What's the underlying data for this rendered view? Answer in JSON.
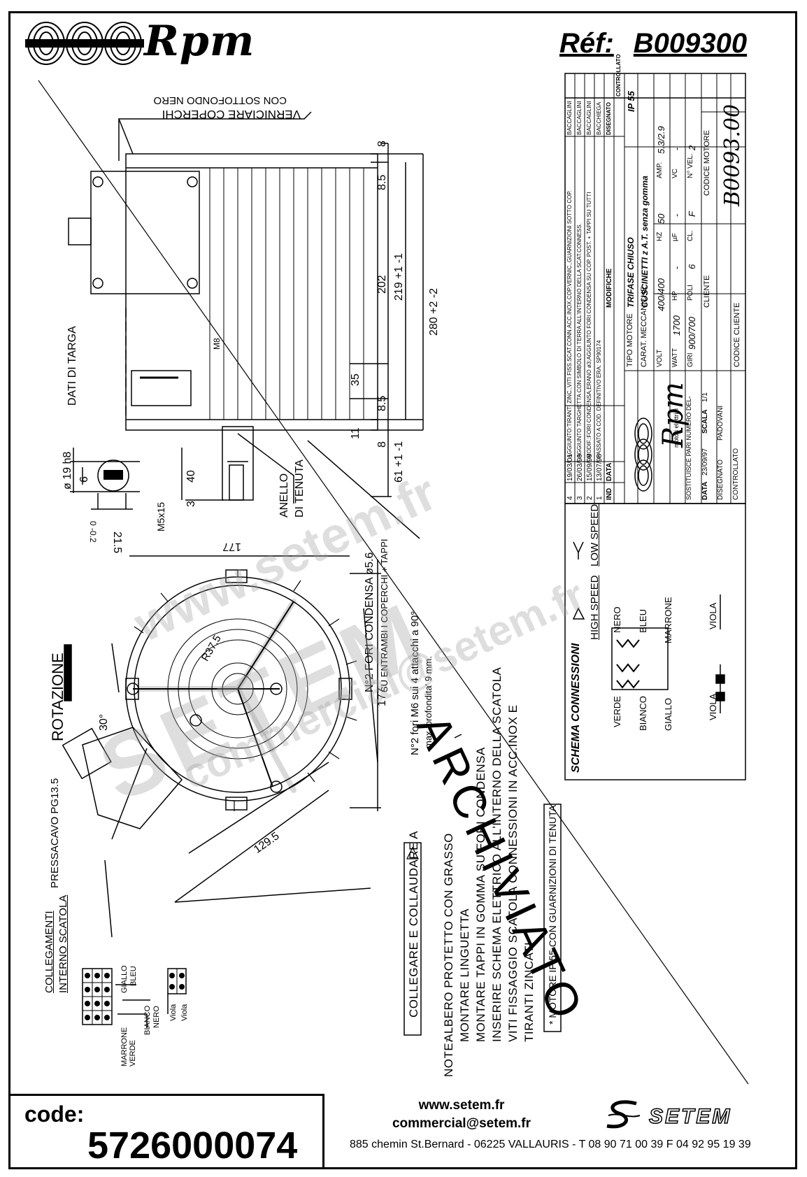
{
  "header": {
    "brand": "Rpm",
    "ref_label": "Réf:",
    "ref_value": "B009300"
  },
  "drawing_labels": {
    "verniciare": "VERNICIARE COPERCHI",
    "sottofondo": "CON SOTTOFONDO NERO",
    "dati_targa": "DATI DI TARGA",
    "anello_1": "ANELLO",
    "anello_2": "DI TENUTA",
    "rotazione": "ROTAZIONE",
    "pressacavo": "PRESSACAVO PG13.5",
    "fori_condensa": "N°2 FORI CONDENSA ø5.6",
    "entrambi": "SU ENTRAMBI I COPERCHI + TAPPI",
    "fori_m6": "N°2 fori M6 sui 4 attacchi a 90°",
    "profondita": "max. profondita' 9 mm.",
    "m8": "M8",
    "m5x15": "M5x15",
    "archiviato": "ARCHIVIATO"
  },
  "dimensions": {
    "d8_top": "8",
    "d8_5_top": "8.5",
    "d202": "202",
    "d219": "219 +1 -1",
    "d280": "280 +2 -2",
    "d35": "35",
    "d8_5_bottom": "8.5",
    "d11": "11",
    "d8_bottom": "8",
    "d61": "61 +1 -1",
    "d19": "ø 19 h8",
    "d6": "6",
    "d40": "40",
    "d3": "3",
    "d21_5": "21.5",
    "d21_tol": "0 -0.2",
    "d177_top": "177",
    "d177_side": "177",
    "r37_5": "R37.5",
    "d30": "30°",
    "d129_5": "129.5"
  },
  "notes": {
    "collegare": "COLLEGARE E COLLAUDARE A",
    "note_title": "NOTE:",
    "note_lines": [
      "ALBERO PROTETTO CON GRASSO",
      "MONTARE LINGUETTA",
      "MONTARE TAPPI IN GOMMA SU FORI CONDENSA",
      "INSERIRE SCHEMA ELETTRICO ALL'INTERNO DELLA SCATOLA",
      "VITI FISSAGGIO SCATOLA CONNESSIONI IN ACC.INOX E",
      "TIRANTI ZINCATI"
    ],
    "ip55": "* MOTORE IP 55 CON GUARNIZIONI DI TENUTA"
  },
  "collegamenti": {
    "title_1": "COLLEGAMENTI",
    "title_2": "INTERNO SCATOLA",
    "labels": [
      "MARRONE",
      "VERDE",
      "BIANCO",
      "NERO",
      "GIALLO",
      "BLEU",
      "Viola",
      "Viola"
    ]
  },
  "schema": {
    "title": "SCHEMA CONNESSIONI",
    "high_speed": "HIGH SPEED",
    "low_speed": "LOW SPEED",
    "wires": [
      "NERO",
      "BLEU",
      "MARRONE",
      "VERDE",
      "BIANCO",
      "GIALLO",
      "VIOLA",
      "VIOLA"
    ]
  },
  "title_block": {
    "revisions": [
      {
        "n": "4",
        "date": "19/03/01",
        "desc": "AGGIUNTO:TIRANTI ZINC.,VITI FISS.SCAT.CONN.ACC.INOX,COP.VERNIC.,GUARNIZIONI SOTTO COP.",
        "by": "BACCAGLINI"
      },
      {
        "n": "3",
        "date": "26/03/99",
        "desc": "AGGIUNTO TARGHETTA CON SIMBOLO DI TERRA ALL'INTERNO DELLA SCAT.CONNESS.",
        "by": "BACCAGLINI"
      },
      {
        "n": "2",
        "date": "15/09/98",
        "desc": "MODIF.:FORI CONDENSA,ERANO ø3;AGGIUNTO FORI CONDENSA SU COP. POST. + TAPPI SU TUTTI",
        "by": "BACCAGLINI"
      },
      {
        "n": "1",
        "date": "13/07/98",
        "desc": "PASSATO A COD. DEFINITIVO ERA: SP90174",
        "by": "BACCHIEGA"
      }
    ],
    "rev_header": [
      "IND",
      "DATA",
      "MODIFICHE",
      "DISEGNATO",
      "CONTROLLATO"
    ],
    "tipo_motore_label": "TIPO MOTORE",
    "tipo_motore": "TRIFASE CHIUSO",
    "ip": "IP 55",
    "carat_label": "CARAT. MECCANICHE",
    "carat": "CUSCINETTI z A.T. senza gomma",
    "volt_label": "VOLT",
    "volt": "400/400",
    "hz_label": "HZ",
    "hz": "50",
    "amp_label": "AMP.",
    "amp": "5.3/2.9",
    "watt_label": "WATT",
    "watt": "1700",
    "hp_label": "HP",
    "hp": "-",
    "uf_label": "µF",
    "uf": "-",
    "vc_label": "VC",
    "vc": "-",
    "giri_label": "GIRI",
    "giri": "900/700",
    "poli_label": "POLI",
    "poli": "6",
    "cl_label": "CL.",
    "cl": "F",
    "nvel_label": "N° VEL.",
    "nvel": "2",
    "cliente_label": "CLIENTE",
    "codice_motore_label": "CODICE MOTORE",
    "codice_motore": "B0093.00",
    "codice_cliente_label": "CODICE CLIENTE",
    "sostituisce_label": "SOSTITUISCE PARI NUMERO DEL",
    "sostituisce": "-",
    "data_label": "DATA",
    "data": "23/09/97",
    "scala_label": "SCALA",
    "scala": "1/1",
    "disegnato_label": "DISEGNATO",
    "disegnato": "PADOVANI",
    "controllato_label": "CONTROLLATO",
    "logo_name": "Rpm",
    "logo_sub": "motori elettrici"
  },
  "watermark": {
    "line1": "www.setem.fr",
    "line2": "SETEM",
    "line3": "commercial@setem.fr"
  },
  "footer": {
    "code_label": "code:",
    "code_value": "5726000074",
    "website": "www.setem.fr",
    "email": "commercial@setem.fr",
    "address": "885 chemin St.Bernard  -  06225 VALLAURIS  -  T 08 90 71 00 39  F 04 92 95 19 39",
    "company": "SETEM"
  }
}
